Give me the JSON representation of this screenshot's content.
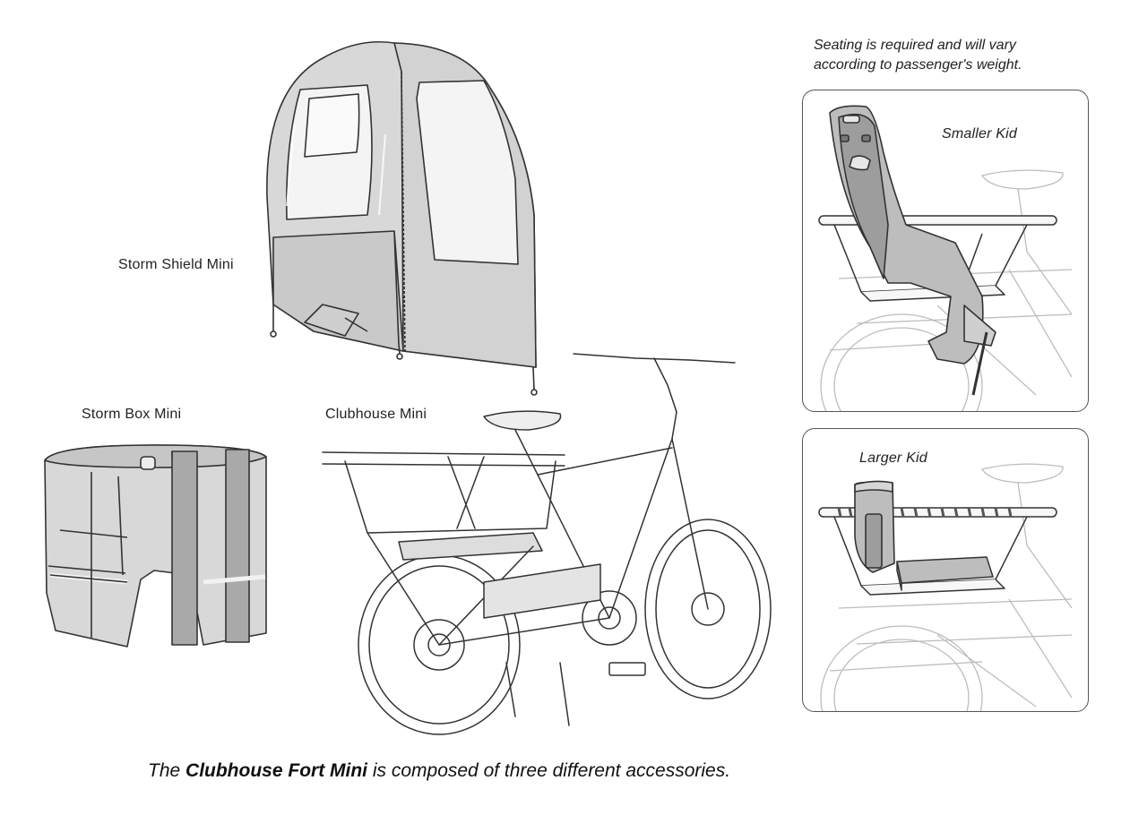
{
  "labels": {
    "storm_shield": "Storm Shield Mini",
    "storm_box": "Storm Box Mini",
    "clubhouse": "Clubhouse Mini"
  },
  "seating_note": {
    "line1": "Seating is required and will vary",
    "line2": "according to passenger's weight."
  },
  "panels": {
    "smaller_kid": "Smaller Kid",
    "larger_kid": "Larger Kid"
  },
  "caption": {
    "prefix": "The ",
    "bold": "Clubhouse Fort Mini",
    "suffix": " is composed of three different accessories."
  },
  "colors": {
    "fabric": "#d8d8d8",
    "fabric_dark": "#a9a9a9",
    "window": "#f4f4f4",
    "line": "#333333",
    "faded_line": "#bdbdbd"
  }
}
